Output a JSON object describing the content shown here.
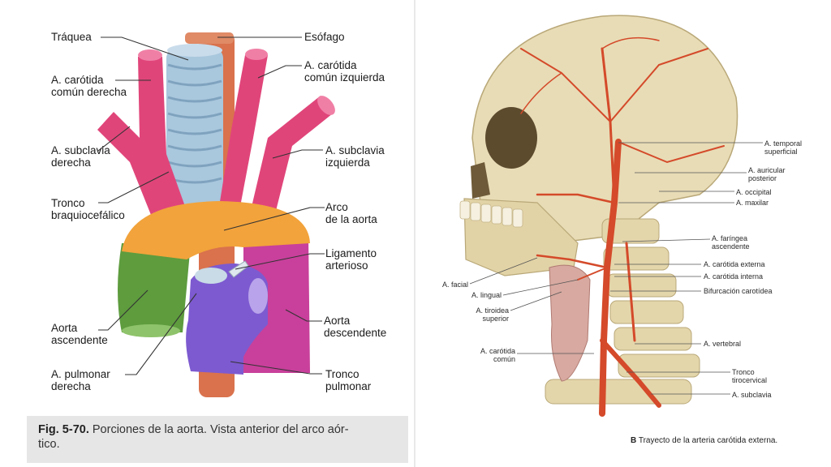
{
  "left_figure": {
    "labels": {
      "traquea": "Tráquea",
      "esofago": "Esófago",
      "carotida_derecha": "A. carótida\ncomún derecha",
      "carotida_izquierda": "A. carótida\ncomún izquierda",
      "subclavia_derecha": "A. subclavia\nderecha",
      "subclavia_izquierda": "A. subclavia\nizquierda",
      "tronco_braquiocefalico": "Tronco\nbraquiocefálico",
      "arco_aorta": "Arco\nde la aorta",
      "ligamento_arterioso": "Ligamento\narterioso",
      "aorta_ascendente": "Aorta\nascendente",
      "aorta_descendente": "Aorta\ndescendente",
      "pulmonar_derecha": "A. pulmonar\nderecha",
      "tronco_pulmonar": "Tronco\npulmonar"
    },
    "caption_bold": "Fig. 5-70.",
    "caption_text": " Porciones de la aorta. Vista anterior del arco aór-\ntico.",
    "colors": {
      "trachea": "#a9c7dd",
      "artery_pink": "#e0457a",
      "arch_orange": "#f2a33b",
      "ascending_green": "#5e9c3e",
      "descending_magenta": "#c8409b",
      "pulmonary_purple": "#7d5ad0",
      "esophagus": "#d9724d"
    }
  },
  "right_figure": {
    "labels": {
      "temporal": "A. temporal\nsuperficial",
      "auricular": "A. auricular\nposterior",
      "occipital": "A. occipital",
      "maxilar": "A. maxilar",
      "faringea": "A. faríngea\nascendente",
      "carotida_externa": "A. carótida externa",
      "carotida_interna": "A. carótida interna",
      "bifurcacion": "Bifurcación carotídea",
      "vertebral": "A. vertebral",
      "tronco_tirocervical": "Tronco\ntirocervical",
      "subclavia": "A. subclavia",
      "facial": "A. facial",
      "lingual": "A. lingual",
      "tiroidea": "A. tiroidea\nsuperior",
      "carotida_comun": "A. carótida\ncomún"
    },
    "caption_letter": "B",
    "caption_text": " Trayecto de la arteria carótida externa.",
    "colors": {
      "bone": "#e8dcb6",
      "artery_red": "#d44a2a"
    }
  }
}
